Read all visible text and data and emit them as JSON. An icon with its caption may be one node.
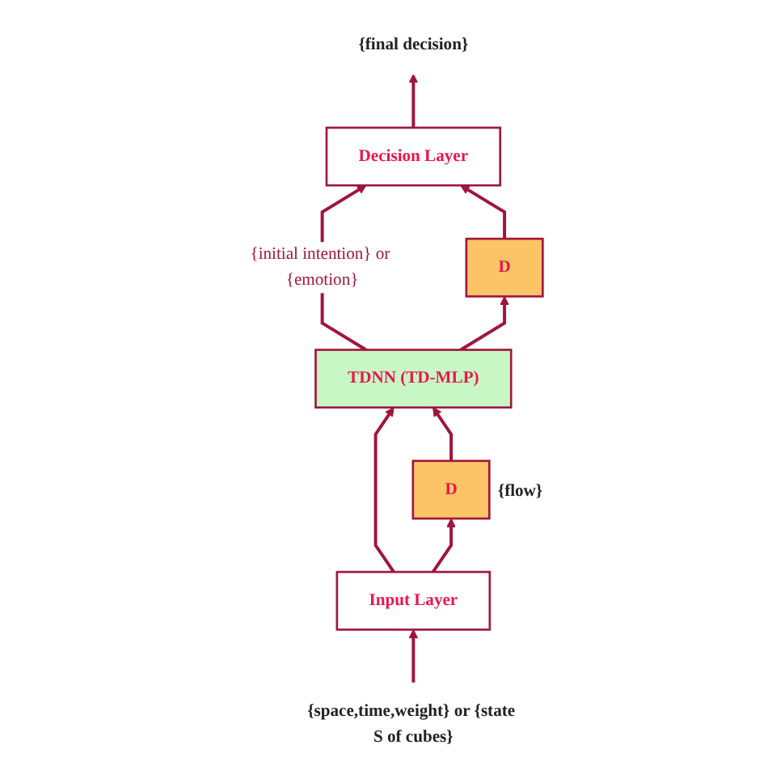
{
  "diagram": {
    "nodes": [
      {
        "text": [
          "{final decision}"
        ]
      },
      {
        "text": [
          "Decision Layer"
        ]
      },
      {
        "text": [
          "D"
        ]
      },
      {
        "text": [
          "TDNN (TD-MLP)"
        ]
      },
      {
        "text": [
          "Input Layer"
        ]
      },
      {
        "text": [
          "D"
        ],
        "beside": [
          "{flow}"
        ]
      },
      {
        "text": [
          "{space,time,weight} or {state S of cubes}"
        ]
      }
    ],
    "edges": [
      {
        "from": 1,
        "to": 0,
        "arrow": "to"
      },
      {
        "from": 3,
        "to": 1,
        "arrow": "to",
        "label": "{initial intention} or {emotion}"
      },
      {
        "from": 3,
        "to": 2,
        "arrow": "to"
      },
      {
        "from": 2,
        "to": 1,
        "arrow": "to"
      },
      {
        "from": 4,
        "to": 3,
        "arrow": "to"
      },
      {
        "from": 4,
        "to": 5,
        "arrow": "to"
      },
      {
        "from": 5,
        "to": 3,
        "arrow": "to"
      },
      {
        "from": 6,
        "to": 4,
        "arrow": "to"
      }
    ]
  }
}
